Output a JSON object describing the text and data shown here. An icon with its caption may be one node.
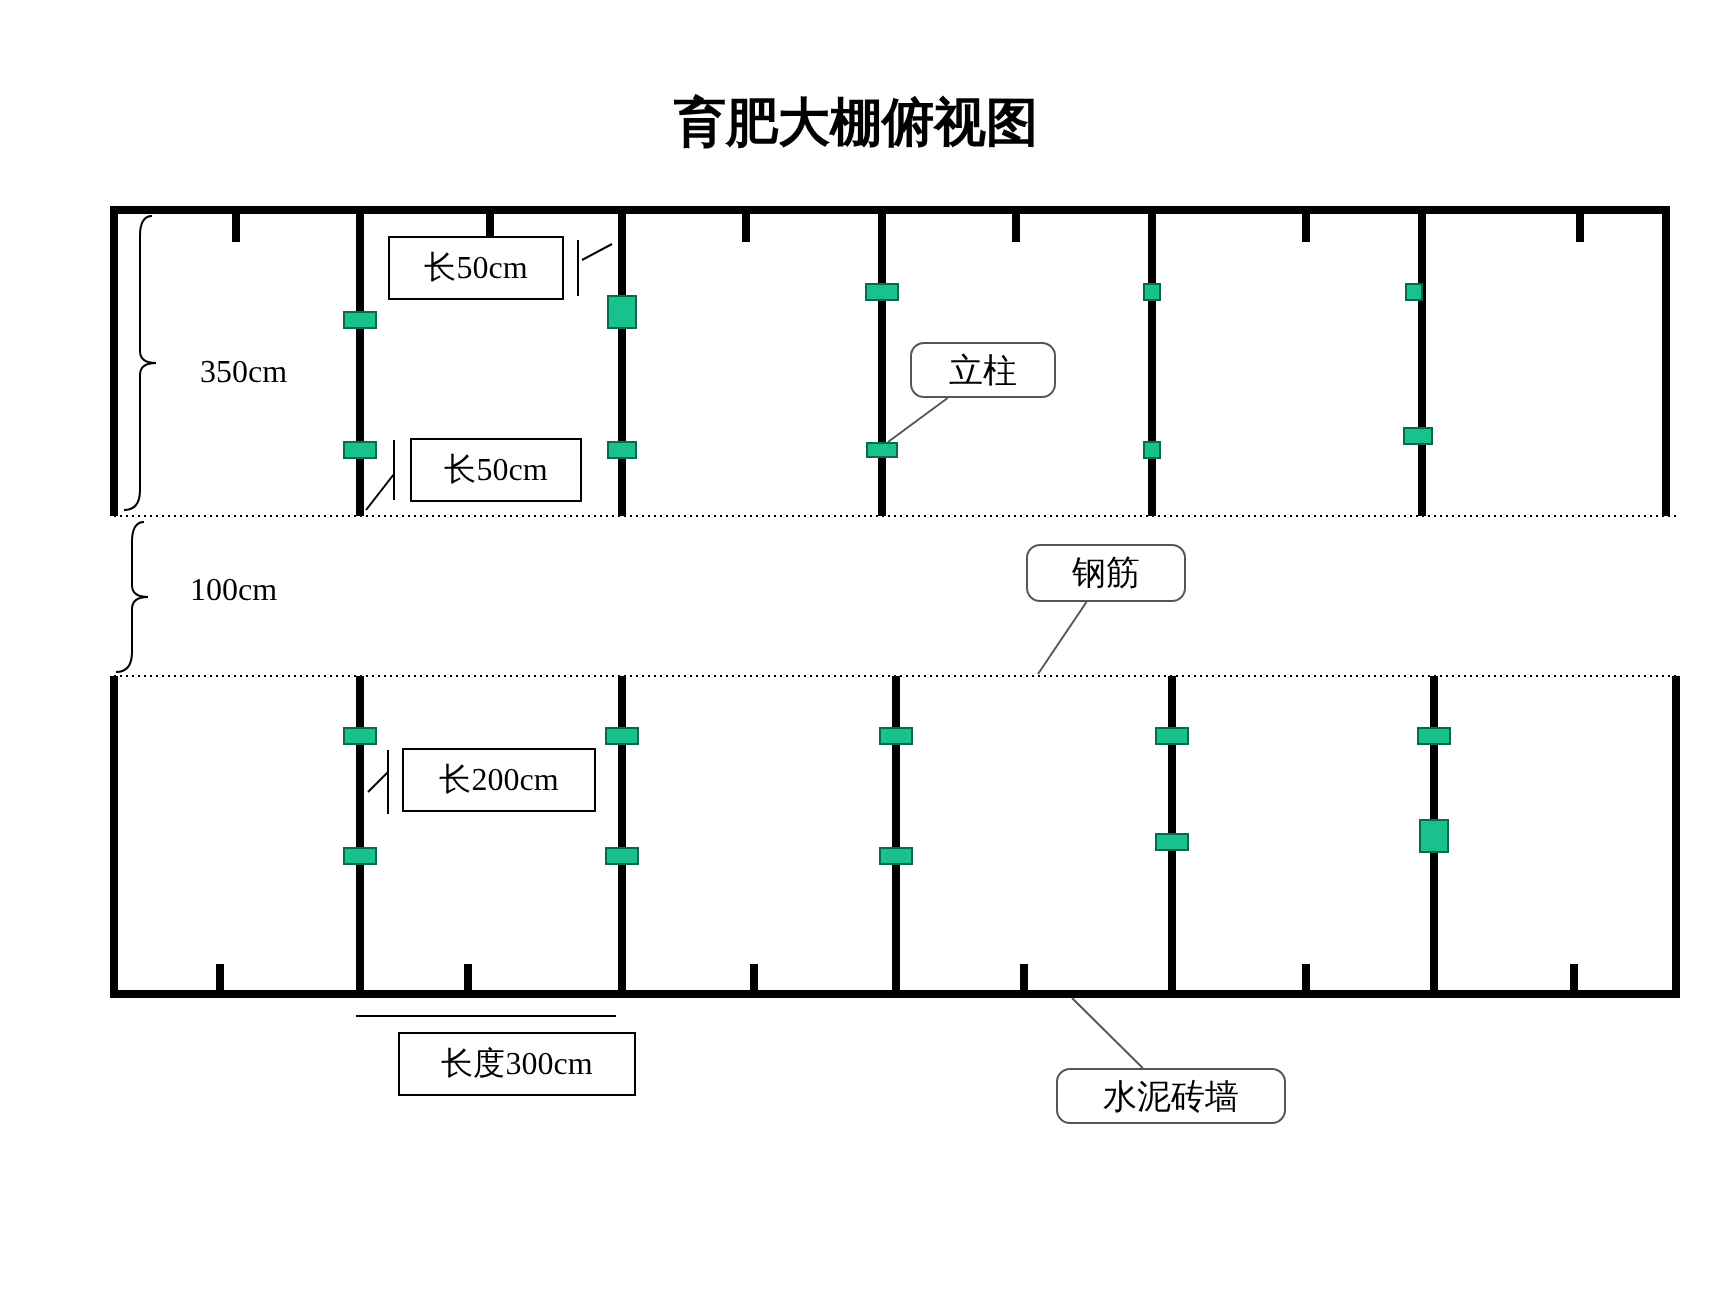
{
  "diagram": {
    "title": "育肥大棚俯视图",
    "nodes": [
      {
        "text": [
          "长50cm"
        ]
      },
      {
        "text": [
          "立柱"
        ]
      },
      {
        "text": [
          "长50cm"
        ]
      },
      {
        "text": [],
        "shape": "box"
      },
      {
        "text": [
          "钢筋"
        ]
      },
      {
        "text": [
          "长200cm"
        ]
      },
      {
        "text": [
          "长度300cm"
        ]
      },
      {
        "text": [
          "水泥砖墙"
        ]
      }
    ],
    "edges": [
      {
        "from": 1,
        "to": 3,
        "arrow": "none"
      },
      {
        "from": 4,
        "to": null,
        "arrow": "none"
      },
      {
        "from": 7,
        "to": null,
        "arrow": "none"
      }
    ],
    "labels": [
      "350cm",
      "100cm"
    ]
  }
}
